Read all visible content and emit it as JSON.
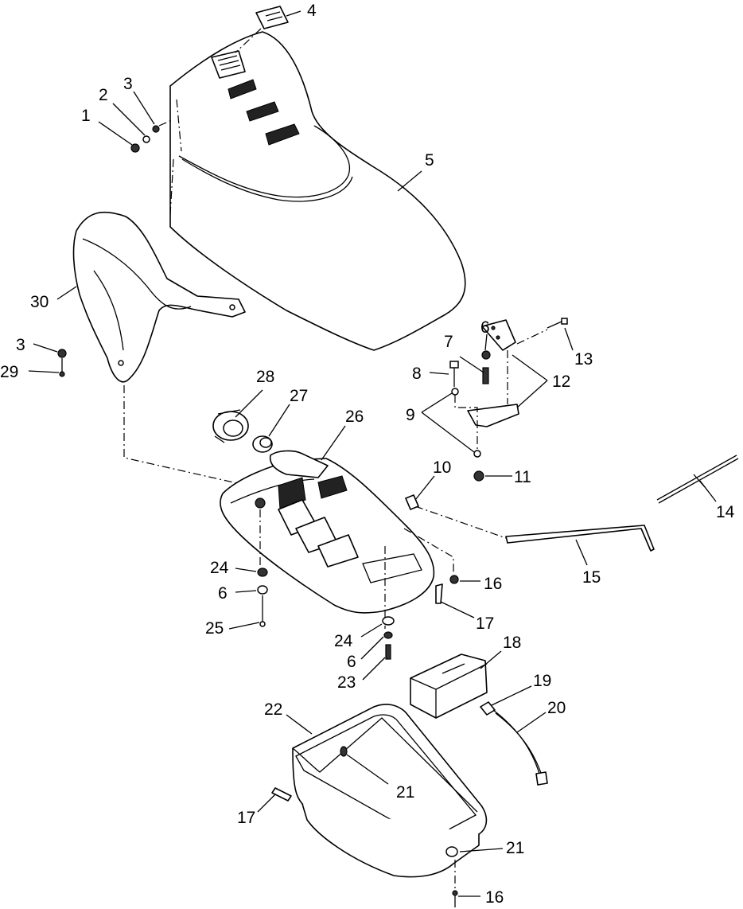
{
  "callouts": [
    {
      "id": "c1",
      "label": "1"
    },
    {
      "id": "c2",
      "label": "2"
    },
    {
      "id": "c3a",
      "label": "3"
    },
    {
      "id": "c3b",
      "label": "3"
    },
    {
      "id": "c4",
      "label": "4"
    },
    {
      "id": "c5",
      "label": "5"
    },
    {
      "id": "c6a",
      "label": "6"
    },
    {
      "id": "c6b",
      "label": "6"
    },
    {
      "id": "c6c",
      "label": "6"
    },
    {
      "id": "c7",
      "label": "7"
    },
    {
      "id": "c8",
      "label": "8"
    },
    {
      "id": "c9",
      "label": "9"
    },
    {
      "id": "c10",
      "label": "10"
    },
    {
      "id": "c11",
      "label": "11"
    },
    {
      "id": "c12",
      "label": "12"
    },
    {
      "id": "c13",
      "label": "13"
    },
    {
      "id": "c14",
      "label": "14"
    },
    {
      "id": "c15",
      "label": "15"
    },
    {
      "id": "c16a",
      "label": "16"
    },
    {
      "id": "c16b",
      "label": "16"
    },
    {
      "id": "c17a",
      "label": "17"
    },
    {
      "id": "c17b",
      "label": "17"
    },
    {
      "id": "c18",
      "label": "18"
    },
    {
      "id": "c19",
      "label": "19"
    },
    {
      "id": "c20",
      "label": "20"
    },
    {
      "id": "c21a",
      "label": "21"
    },
    {
      "id": "c21b",
      "label": "21"
    },
    {
      "id": "c22",
      "label": "22"
    },
    {
      "id": "c23",
      "label": "23"
    },
    {
      "id": "c24a",
      "label": "24"
    },
    {
      "id": "c24b",
      "label": "24"
    },
    {
      "id": "c25",
      "label": "25"
    },
    {
      "id": "c26",
      "label": "26"
    },
    {
      "id": "c27",
      "label": "27"
    },
    {
      "id": "c28",
      "label": "28"
    },
    {
      "id": "c29",
      "label": "29"
    },
    {
      "id": "c30",
      "label": "30"
    }
  ]
}
